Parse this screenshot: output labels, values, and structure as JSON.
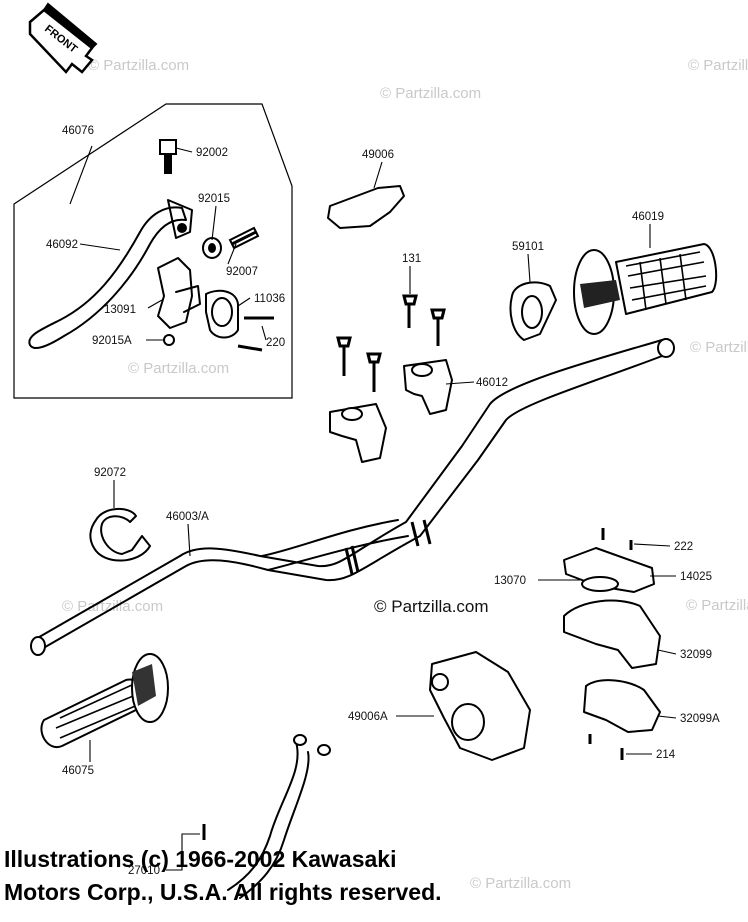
{
  "front_tag": "FRONT",
  "parts": [
    {
      "id": "46076"
    },
    {
      "id": "92002"
    },
    {
      "id": "92015"
    },
    {
      "id": "46092"
    },
    {
      "id": "92007"
    },
    {
      "id": "13091"
    },
    {
      "id": "11036"
    },
    {
      "id": "92015A"
    },
    {
      "id": "220"
    },
    {
      "id": "49006"
    },
    {
      "id": "46019"
    },
    {
      "id": "131"
    },
    {
      "id": "59101"
    },
    {
      "id": "46012"
    },
    {
      "id": "92072"
    },
    {
      "id": "46003/A"
    },
    {
      "id": "222"
    },
    {
      "id": "13070"
    },
    {
      "id": "14025"
    },
    {
      "id": "32099"
    },
    {
      "id": "49006A"
    },
    {
      "id": "32099A"
    },
    {
      "id": "214"
    },
    {
      "id": "46075"
    },
    {
      "id": "27010"
    }
  ],
  "watermarks": [
    "© Partzilla.com"
  ],
  "copyright_center": "© Partzilla.com",
  "footer": {
    "line1": "Illustrations (c) 1966-2002 Kawasaki",
    "line2": "Motors Corp., U.S.A.  All rights reserved."
  }
}
